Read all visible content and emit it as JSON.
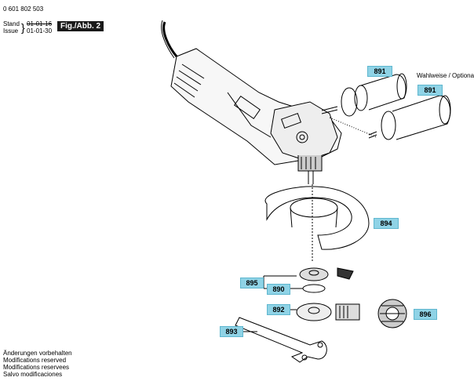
{
  "header": {
    "doc_number": "0 601 802 503",
    "stand_label": "Stand",
    "stand_value": "01-01-16",
    "issue_label": "Issue",
    "issue_value": "01-01-30",
    "figure": "Fig./Abb. 2"
  },
  "options_note": "Wahlweise / Optiona",
  "callouts": [
    "891",
    "891",
    "894",
    "895",
    "890",
    "892",
    "896",
    "893"
  ],
  "footer": {
    "lines": [
      "Änderungen vorbehalten",
      "Modifications reserved",
      "Modifications reservees",
      "Salvo modificaciones"
    ]
  }
}
